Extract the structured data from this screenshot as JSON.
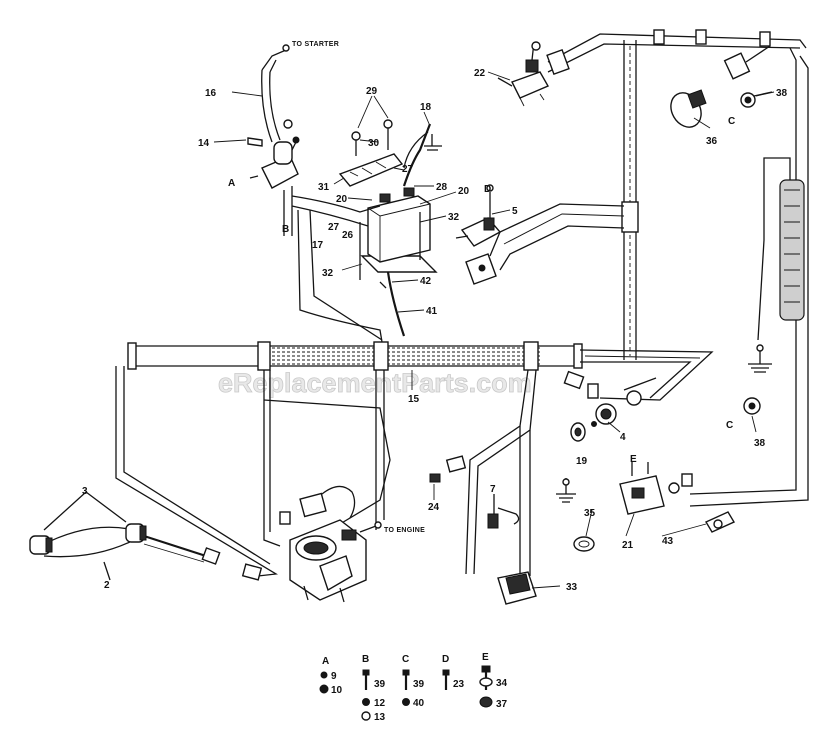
{
  "diagram": {
    "watermark": "eReplacementParts.com",
    "callouts": {
      "to_starter": "TO STARTER",
      "to_engine": "TO ENGINE",
      "n16": "16",
      "n14": "14",
      "nA": "A",
      "nB": "B",
      "n17": "17",
      "n29": "29",
      "n30": "30",
      "n18": "18",
      "n31": "31",
      "n27": "27",
      "n28": "28",
      "n20a": "20",
      "n20b": "20",
      "n26": "26",
      "n27b": "27",
      "n32a": "32",
      "n32b": "32",
      "n42": "42",
      "n41": "41",
      "nD": "D",
      "n5": "5",
      "n22": "22",
      "n36": "36",
      "n38a": "38",
      "nCa": "C",
      "n15": "15",
      "n19": "19",
      "n4": "4",
      "nCb": "C",
      "n38b": "38",
      "n3": "3",
      "n2": "2",
      "n24": "24",
      "n7": "7",
      "nE": "E",
      "n21": "21",
      "n43": "43",
      "n35": "35",
      "n33": "33"
    },
    "hardware_legend": [
      {
        "group": "A",
        "items": [
          "9",
          "10"
        ]
      },
      {
        "group": "B",
        "items": [
          "39",
          "12",
          "13"
        ]
      },
      {
        "group": "C",
        "items": [
          "39",
          "40"
        ]
      },
      {
        "group": "D",
        "items": [
          "23"
        ]
      },
      {
        "group": "E",
        "items": [
          "34",
          "37"
        ]
      }
    ]
  }
}
